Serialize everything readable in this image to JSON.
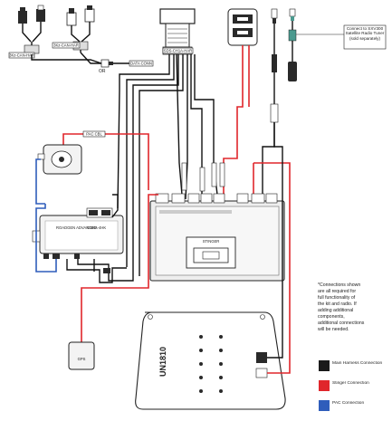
{
  "labels": {
    "harness_left": "3Kz-CAN-HAR",
    "harness_mid": "3Kz-CAN-HAR",
    "harness_connector": "SDS-CH1A-HAR",
    "data_connector": "DATA CONN",
    "or_text": "OR",
    "pac_label": "PAC CBL",
    "satellite_note": "Connect to SXV300 Satellite Radio Tuner (sold separately)",
    "gps_label": "GPS",
    "stinger_label": "STINGER",
    "device_brand": "ROADGEN ADVANCED",
    "device_model": "CSRA-4HK",
    "radio_model": "UN1810",
    "connections_note": [
      "*Connections shown",
      "are all required for",
      "full functionality of",
      "the kit and radio. If",
      "adding additional",
      "components,",
      "additional connections",
      "will be needed."
    ]
  },
  "legend": [
    {
      "label": "Main Harness Connection",
      "color": "#1a1a1a"
    },
    {
      "label": "Stinger Connection",
      "color": "#e0262b"
    },
    {
      "label": "PAC Connection",
      "color": "#2f5dbb"
    }
  ],
  "colors": {
    "wire_black": "#111111",
    "wire_red": "#e0262b",
    "wire_blue": "#2f5dbb"
  }
}
